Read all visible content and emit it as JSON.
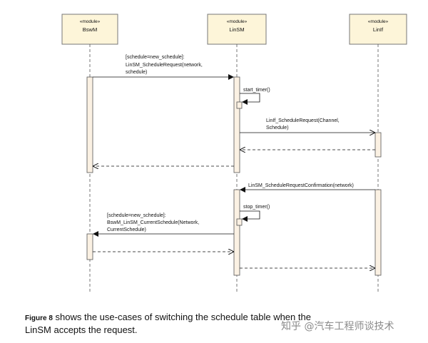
{
  "lifelines": [
    {
      "stereotype": "«module»",
      "name": "BswM"
    },
    {
      "stereotype": "«module»",
      "name": "LinSM"
    },
    {
      "stereotype": "«module»",
      "name": "LinIf"
    }
  ],
  "messages": {
    "m1": {
      "lines": [
        "[schedule=new_schedule]:",
        "LinSM_ScheduleRequest(network,",
        "schedule)"
      ]
    },
    "m2": {
      "lines": [
        "start_timer()"
      ]
    },
    "m3": {
      "lines": [
        "LinIf_ScheduleRequest(Channel,",
        "Schedule)"
      ]
    },
    "m4": {
      "lines": [
        "LinSM_ScheduleRequestConfirmation(network)"
      ]
    },
    "m5": {
      "lines": [
        "stop_timer()"
      ]
    },
    "m6": {
      "lines": [
        "[schedule=new_schedule]:",
        "BswM_LinSM_CurrentSchedule(Network,",
        "CurrentSchedule)"
      ]
    }
  },
  "caption": {
    "figure_ref": "Figure 8",
    "text": " shows the use-cases of switching the schedule table when the LinSM accepts the request."
  },
  "watermark": "知乎 @汽车工程师谈技术"
}
